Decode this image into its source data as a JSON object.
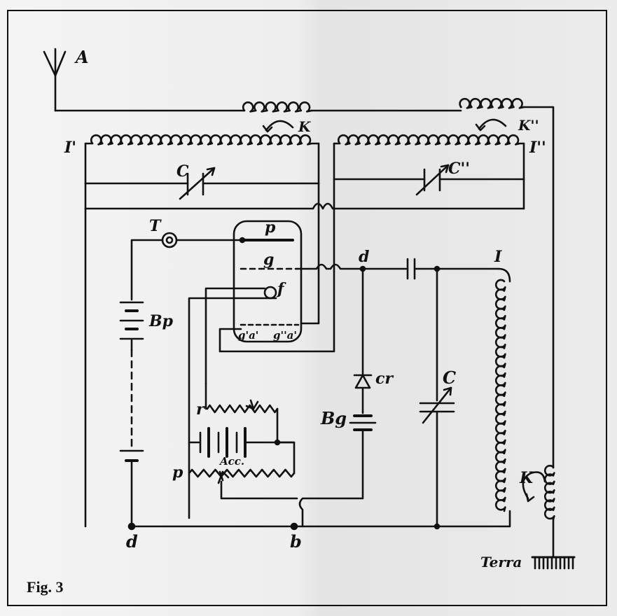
{
  "caption": "Fig. 3",
  "labels": {
    "antenna": "A",
    "coupling_left": "K",
    "coupling_right": "K''",
    "coil_left": "I'",
    "coil_right": "I''",
    "capacitor_left": "C",
    "capacitor_right": "C''",
    "telephone": "T",
    "plate": "p",
    "grid": "g",
    "filament": "f",
    "grid_a": "g'a'",
    "grid_b": "g''a'",
    "battery_plate": "Bp",
    "node_d_top": "d",
    "crystal": "cr",
    "battery_grid": "Bg",
    "capacitor_main": "C",
    "coil_main": "I",
    "rheostat_r": "r",
    "accumulator": "Acc.",
    "potentiometer_p": "p",
    "coupling_main": "K",
    "node_d_bottom": "d",
    "node_b": "b",
    "ground": "Terra"
  }
}
